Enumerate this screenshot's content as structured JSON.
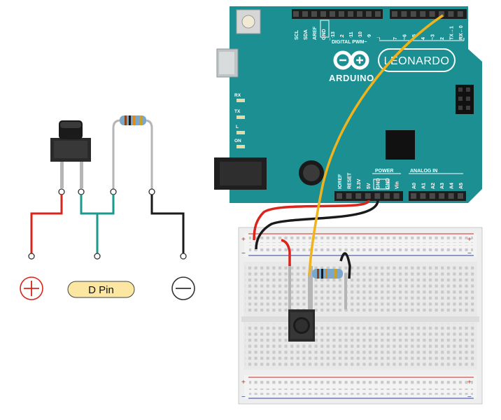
{
  "board": {
    "model": "LEONARDO",
    "brand": "ARDUINO",
    "color": "#1c8f93",
    "digital_header_label": "DIGITAL PWM~",
    "power_label": "POWER",
    "analog_label": "ANALOG IN",
    "top_left_pins": [
      "SCL",
      "SDA",
      "AREF",
      "GND",
      "~13",
      "12",
      "~11",
      "~10",
      "~9",
      "8"
    ],
    "top_right_pins": [
      "7",
      "~6",
      "~5",
      "4",
      "~3",
      "2",
      "TX→1",
      "RX←0"
    ],
    "power_pins": [
      "IOREF",
      "RESET",
      "3.3V",
      "5V",
      "GND",
      "GND",
      "Vin"
    ],
    "analog_pins": [
      "A0",
      "A1",
      "A2",
      "A3",
      "A4",
      "A5"
    ],
    "leds": [
      "RX",
      "TX",
      "L",
      "ON"
    ]
  },
  "schematic": {
    "d_pin_label": "D Pin",
    "plus_symbol_name": "positive-symbol",
    "minus_symbol_name": "negative-symbol"
  },
  "breadboard": {
    "rail_plus": "+",
    "rail_minus": "−"
  },
  "colors": {
    "wire_red": "#d9251c",
    "wire_black": "#1a1a1a",
    "wire_yellow": "#f1b31c",
    "wire_teal": "#1a9a8c",
    "label_fill": "#fbe6a2"
  }
}
